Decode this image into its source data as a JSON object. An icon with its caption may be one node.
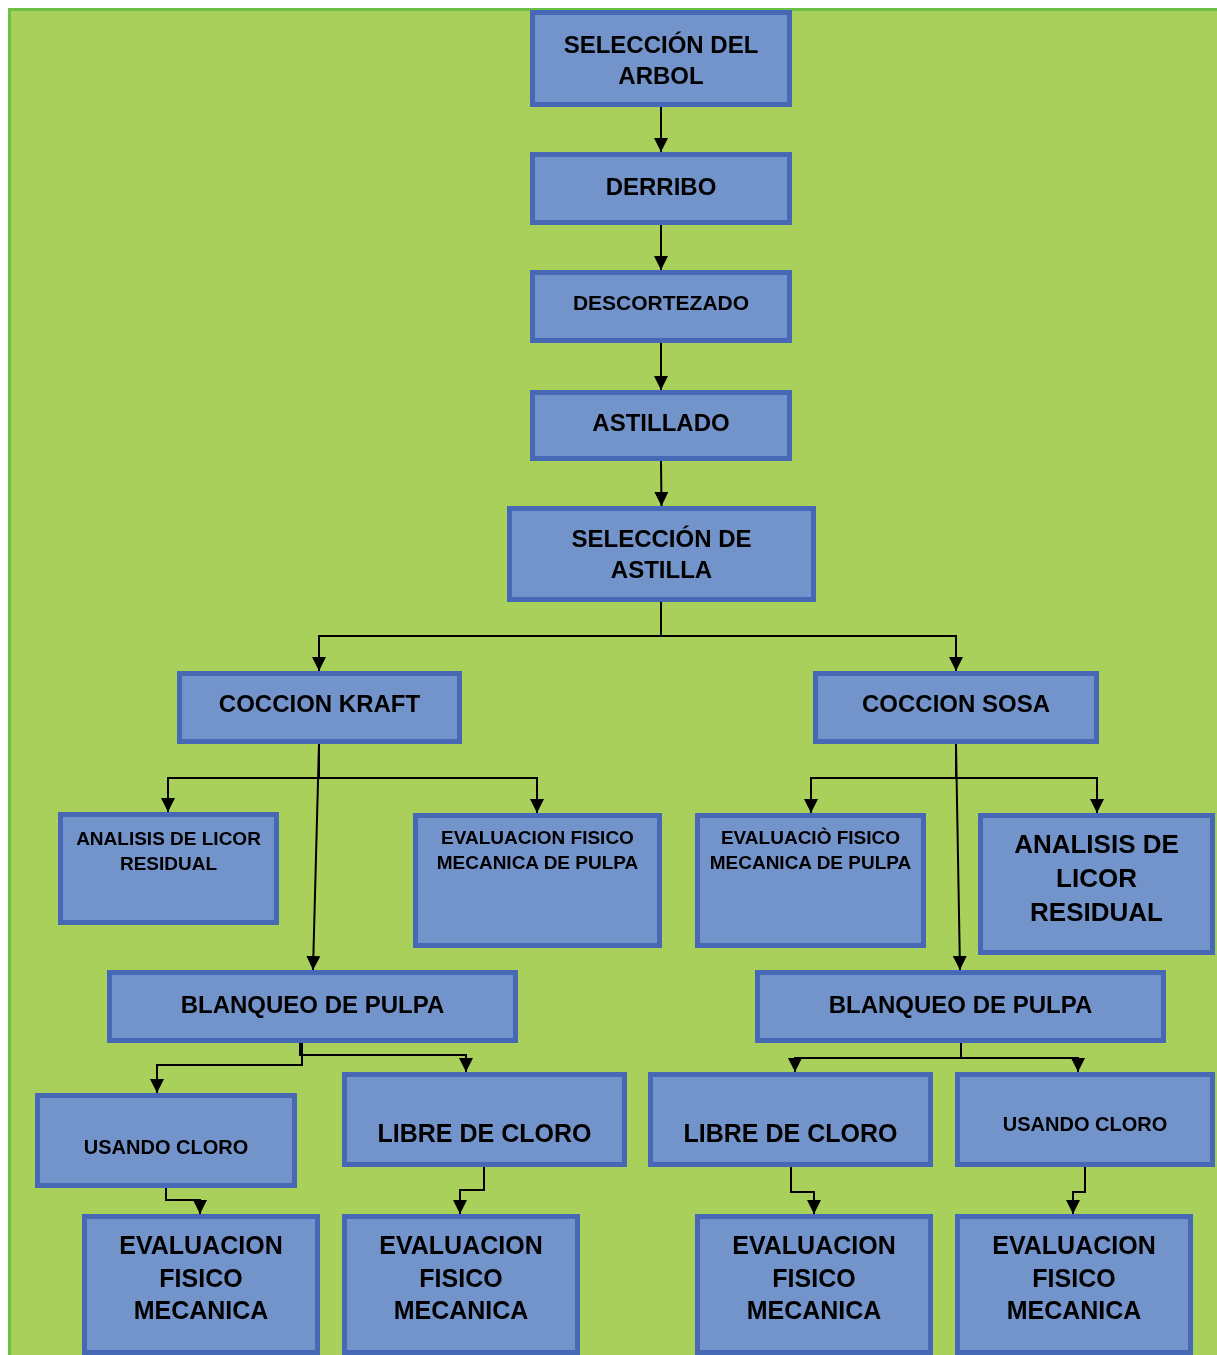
{
  "diagram": {
    "nodes": [
      {
        "text": [
          "SELECCIÓN DEL ARBOL"
        ]
      },
      {
        "text": [
          "DERRIBO"
        ]
      },
      {
        "text": [
          "DESCORTEZADO"
        ]
      },
      {
        "text": [
          "ASTILLADO"
        ]
      },
      {
        "text": [
          "SELECCIÓN DE ASTILLA"
        ]
      },
      {
        "text": [
          "COCCION KRAFT"
        ]
      },
      {
        "text": [
          "COCCION SOSA"
        ]
      },
      {
        "text": [
          "ANALISIS DE LICOR RESIDUAL"
        ]
      },
      {
        "text": [
          "EVALUACION FISICO MECANICA DE PULPA"
        ]
      },
      {
        "text": [
          "EVALUACIÒ FISICO MECANICA DE PULPA"
        ]
      },
      {
        "text": [
          "ANALISIS DE LICOR RESIDUAL"
        ]
      },
      {
        "text": [
          "BLANQUEO DE PULPA"
        ]
      },
      {
        "text": [
          "BLANQUEO DE PULPA"
        ]
      },
      {
        "text": [
          "USANDO CLORO"
        ]
      },
      {
        "text": [
          "LIBRE DE CLORO"
        ]
      },
      {
        "text": [
          "LIBRE DE CLORO"
        ]
      },
      {
        "text": [
          "USANDO CLORO"
        ]
      },
      {
        "text": [
          "EVALUACION FISICO MECANICA"
        ]
      },
      {
        "text": [
          "EVALUACION FISICO MECANICA"
        ]
      },
      {
        "text": [
          "EVALUACION FISICO MECANICA"
        ]
      },
      {
        "text": [
          "EVALUACION FISICO MECANICA"
        ]
      }
    ],
    "edges": [
      {
        "from": 0,
        "to": 1,
        "arrow": "to"
      },
      {
        "from": 1,
        "to": 2,
        "arrow": "to"
      },
      {
        "from": 2,
        "to": 3,
        "arrow": "to"
      },
      {
        "from": 3,
        "to": 4,
        "arrow": "to"
      },
      {
        "from": 4,
        "to": 5,
        "arrow": "to"
      },
      {
        "from": 4,
        "to": 6,
        "arrow": "to"
      },
      {
        "from": 5,
        "to": 7,
        "arrow": "to"
      },
      {
        "from": 5,
        "to": 8,
        "arrow": "to"
      },
      {
        "from": 5,
        "to": 11,
        "arrow": "to"
      },
      {
        "from": 6,
        "to": 9,
        "arrow": "to"
      },
      {
        "from": 6,
        "to": 10,
        "arrow": "to"
      },
      {
        "from": 6,
        "to": 12,
        "arrow": "to"
      },
      {
        "from": 11,
        "to": 13,
        "arrow": "to"
      },
      {
        "from": 11,
        "to": 14,
        "arrow": "to"
      },
      {
        "from": 12,
        "to": 15,
        "arrow": "to"
      },
      {
        "from": 12,
        "to": 16,
        "arrow": "to"
      },
      {
        "from": 13,
        "to": 17,
        "arrow": "to"
      },
      {
        "from": 14,
        "to": 18,
        "arrow": "to"
      },
      {
        "from": 15,
        "to": 19,
        "arrow": "to"
      },
      {
        "from": 16,
        "to": 20,
        "arrow": "to"
      }
    ]
  }
}
